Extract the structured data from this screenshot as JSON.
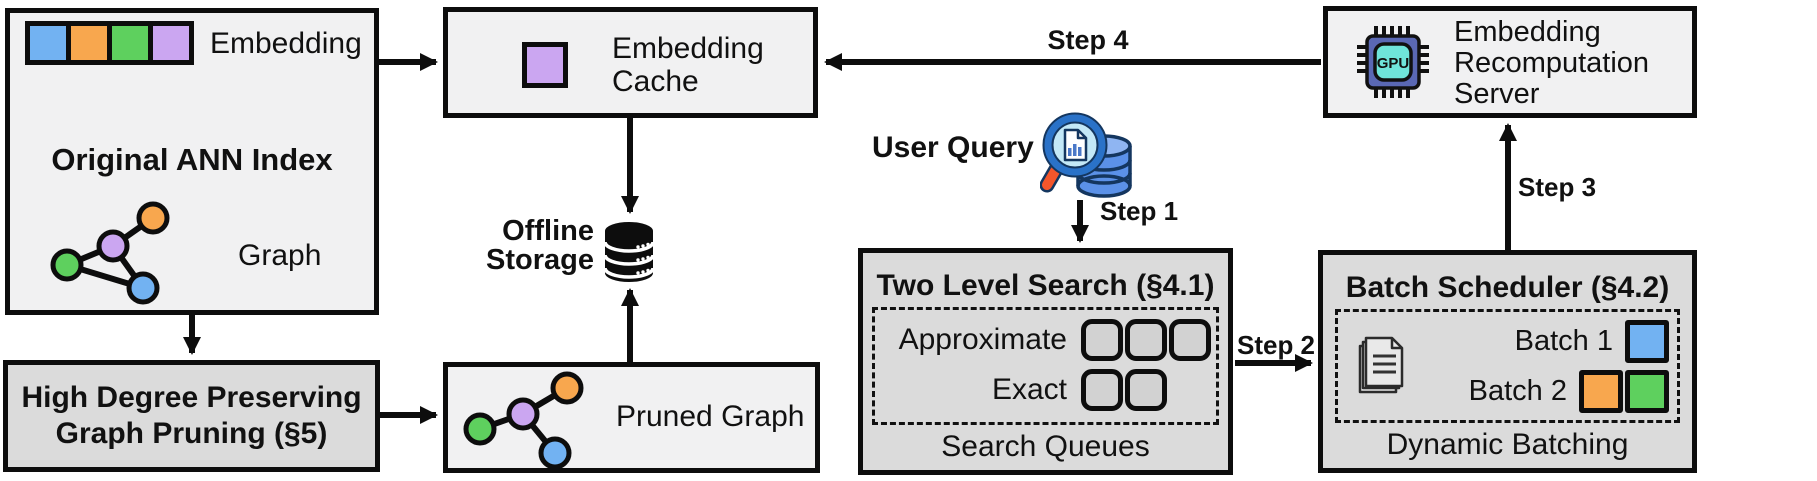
{
  "colors": {
    "blue": "#72B2F2",
    "orange": "#F8A74E",
    "green": "#5ED05E",
    "purple": "#CBA6F1",
    "box_light": "#F1F1F2",
    "box_dark": "#DBDBDB",
    "line": "#0D0D0D"
  },
  "original_ann": {
    "title": "Original ANN Index",
    "embedding_label": "Embedding",
    "graph_label": "Graph",
    "embedding_colors": [
      "blue",
      "orange",
      "green",
      "purple"
    ]
  },
  "embedding_cache": {
    "label": "Embedding Cache"
  },
  "recompute_server": {
    "label": "Embedding Recomputation Server",
    "gpu_text": "GPU"
  },
  "offline_storage": {
    "label": "Offline Storage"
  },
  "user_query": {
    "label": "User Query"
  },
  "high_degree": {
    "title": "High Degree Preserving Graph Pruning (§5)"
  },
  "pruned_graph": {
    "label": "Pruned Graph"
  },
  "two_level": {
    "title": "Two Level Search (§4.1)",
    "rows": [
      {
        "label": "Approximate",
        "queues": 3
      },
      {
        "label": "Exact",
        "queues": 2
      }
    ],
    "footer": "Search Queues"
  },
  "batch_scheduler": {
    "title": "Batch Scheduler (§4.2)",
    "batches": [
      {
        "label": "Batch 1",
        "colors": [
          "blue"
        ]
      },
      {
        "label": "Batch 2",
        "colors": [
          "orange",
          "green"
        ]
      }
    ],
    "footer": "Dynamic Batching"
  },
  "steps": {
    "step1": "Step 1",
    "step2": "Step 2",
    "step3": "Step 3",
    "step4": "Step 4"
  }
}
